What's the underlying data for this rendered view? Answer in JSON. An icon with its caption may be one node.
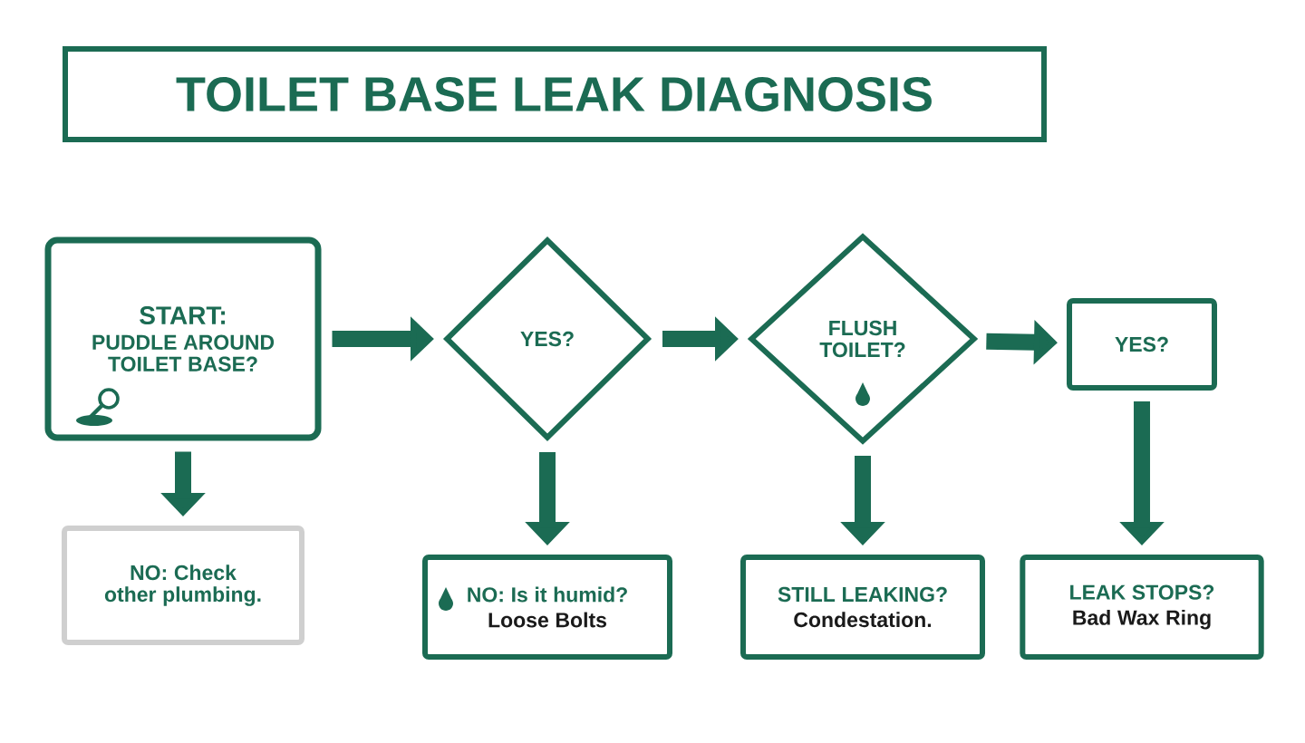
{
  "diagram": {
    "title": "TOILET BASE LEAK DIAGNOSIS",
    "nodes": [
      {
        "text": [
          "START:",
          "PUDDLE AROUND TOILET BASE?"
        ]
      },
      {
        "text": [
          "YES?"
        ]
      },
      {
        "text": [
          "FLUSH TOILET?"
        ]
      },
      {
        "text": [
          "YES?"
        ]
      },
      {
        "text": [
          "NO: Check other plumbing."
        ]
      },
      {
        "text": [
          "NO: Is it humid?",
          "Loose Bolts"
        ]
      },
      {
        "text": [
          "STILL LEAKING?",
          "Condestation."
        ]
      },
      {
        "text": [
          "LEAK STOPS?",
          "Bad Wax Ring"
        ]
      }
    ],
    "edges": [
      {
        "from": 0,
        "to": 1,
        "arrow": "to"
      },
      {
        "from": 1,
        "to": 2,
        "arrow": "to"
      },
      {
        "from": 2,
        "to": 3,
        "arrow": "to"
      },
      {
        "from": 0,
        "to": 4,
        "arrow": "to"
      },
      {
        "from": 1,
        "to": 5,
        "arrow": "to"
      },
      {
        "from": 2,
        "to": 6,
        "arrow": "to"
      },
      {
        "from": 3,
        "to": 7,
        "arrow": "to"
      }
    ]
  }
}
